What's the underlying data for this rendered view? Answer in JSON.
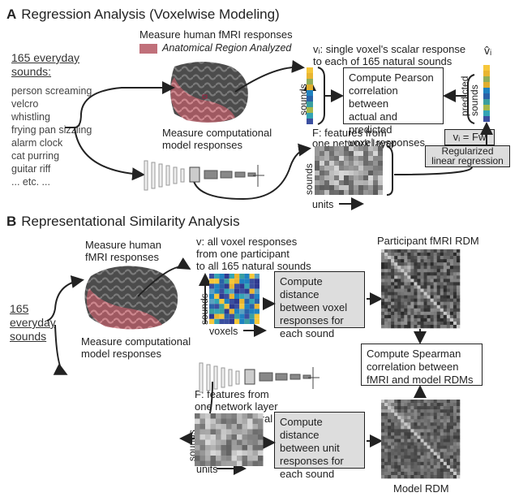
{
  "panel_a": {
    "letter": "A",
    "title": "Regression Analysis (Voxelwise Modeling)",
    "sounds_heading_1": "165 everyday",
    "sounds_heading_2": "sounds:",
    "sounds": [
      "person screaming",
      "velcro",
      "whistling",
      "frying pan sizzling",
      "alarm clock",
      "cat purring",
      "guitar riff",
      "... etc. ..."
    ],
    "fmri_label": "Measure human fMRI responses",
    "legend_label": "Anatomical Region Analyzed",
    "legend_color": "#c0707a",
    "model_label_1": "Measure computational",
    "model_label_2": "model responses",
    "voxel_desc_1": "vᵢ: single voxel's scalar response",
    "voxel_desc_2": "to each of 165 natural sounds",
    "vhat_label": "v̂ᵢ",
    "pearson_box": [
      "Compute Pearson",
      "correlation between",
      "actual and predicted",
      "voxel responses"
    ],
    "sounds_axis": "sounds",
    "predicted_axis_1": "predicted",
    "predicted_axis_2": "sounds",
    "features_desc_1": "F: features from",
    "features_desc_2": "one network layer",
    "units_axis": "units",
    "equation": "vᵢ = Fw",
    "regression_box_1": "Regularized",
    "regression_box_2": "linear regression"
  },
  "panel_b": {
    "letter": "B",
    "title": "Representational Similarity Analysis",
    "sounds_1": "165",
    "sounds_2": "everyday",
    "sounds_3": "sounds",
    "fmri_label_1": "Measure human",
    "fmri_label_2": "fMRI responses",
    "model_label_1": "Measure computational",
    "model_label_2": "model responses",
    "voxel_desc": [
      "v: all voxel responses",
      "from one participant",
      "to all 165 natural sounds"
    ],
    "voxels_axis": "voxels",
    "sounds_axis": "sounds",
    "voxel_dist_box": [
      "Compute distance",
      "between voxel",
      "responses for",
      "each sound"
    ],
    "participant_rdm": "Participant fMRI RDM",
    "spearman_box": [
      "Compute Spearman",
      "correlation between",
      "fMRI and model RDMs"
    ],
    "features_desc": [
      "F: features from",
      "one network layer",
      "to all 165 natural sounds"
    ],
    "units_axis": "units",
    "unit_dist_box": [
      "Compute distance",
      "between unit",
      "responses for",
      "each sound"
    ],
    "model_rdm": "Model RDM"
  },
  "colors": {
    "viridis": [
      "#f6c73a",
      "#e9b531",
      "#8fae5a",
      "#e0ae2e",
      "#1f82c0",
      "#2a62a8",
      "#3a9fa0",
      "#a7b84a",
      "#34a4b4",
      "#3b4fa0"
    ],
    "brain_gray": "#5a5a5a",
    "box_gray": "#dcdcdc"
  }
}
